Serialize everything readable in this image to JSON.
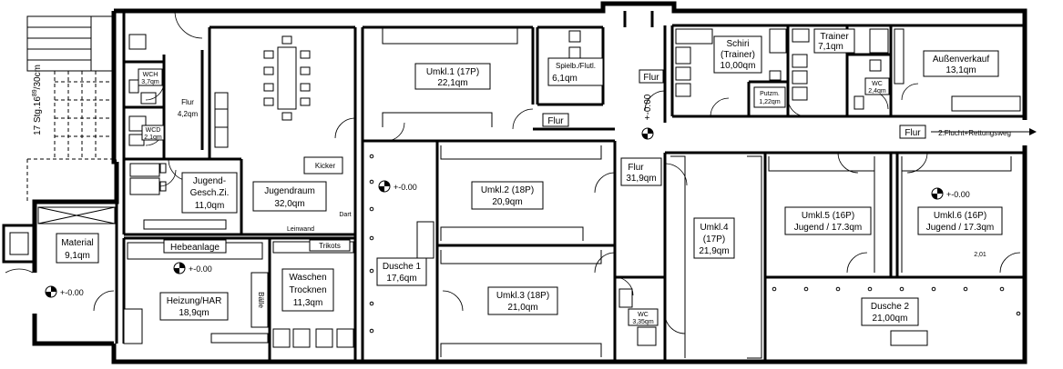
{
  "stairs_label": "17 Stg.16",
  "stairs_sup": "89",
  "stairs_suffix": "/30cm",
  "rooms": [
    {
      "id": "flur-left",
      "name": "Flur",
      "area": "4,2qm"
    },
    {
      "id": "wch",
      "name": "WCH",
      "area": "3,7qm"
    },
    {
      "id": "wcd",
      "name": "WCD",
      "area": "2,1qm"
    },
    {
      "id": "jugendraum",
      "name": "Jugendraum",
      "area": "32,0qm"
    },
    {
      "id": "jugend-gesch",
      "name": "Jugend-",
      "name2": "Gesch.Zi.",
      "area": "11,0qm"
    },
    {
      "id": "material",
      "name": "Material",
      "area": "9,1qm"
    },
    {
      "id": "heizung",
      "name": "Heizung/HAR",
      "area": "18,9qm"
    },
    {
      "id": "waschen",
      "name": "Waschen",
      "name2": "Trocknen",
      "area": "11,3qm"
    },
    {
      "id": "umkl1",
      "name": "Umkl.1 (17P)",
      "area": "22,1qm"
    },
    {
      "id": "umkl2",
      "name": "Umkl.2 (18P)",
      "area": "20,9qm"
    },
    {
      "id": "umkl3",
      "name": "Umkl.3 (18P)",
      "area": "21,0qm"
    },
    {
      "id": "dusche1",
      "name": "Dusche 1",
      "area": "17,6qm"
    },
    {
      "id": "spielb",
      "name": "Spielb./Flutl.",
      "area": "6,1qm"
    },
    {
      "id": "flur-mid",
      "name": "Flur",
      "area": "31,9qm"
    },
    {
      "id": "schiri",
      "name": "Schiri",
      "name2": "(Trainer)",
      "area": "10,00qm"
    },
    {
      "id": "putzm",
      "name": "Putzm.",
      "area": "1,22qm"
    },
    {
      "id": "trainer",
      "name": "Trainer",
      "area": "7,1qm"
    },
    {
      "id": "wc-top",
      "name": "WC",
      "area": "2,4qm"
    },
    {
      "id": "aussen",
      "name": "Außenverkauf",
      "area": "13,1qm"
    },
    {
      "id": "umkl4",
      "name": "Umkl.4",
      "name2": "(17P)",
      "area": "21,9qm"
    },
    {
      "id": "umkl5",
      "name": "Umkl.5 (16P)",
      "area": "Jugend / 17.3qm"
    },
    {
      "id": "umkl6",
      "name": "Umkl.6 (16P)",
      "area": "Jugend / 17.3qm"
    },
    {
      "id": "dusche2",
      "name": "Dusche 2",
      "area": "21,00qm"
    },
    {
      "id": "wc-mid",
      "name": "WC",
      "area": "3,35qm"
    }
  ],
  "labels": {
    "flur_small1": "Flur",
    "flur_small2": "Flur",
    "flur_right": "Flur",
    "escape": "2.Flucht+Rettungsweg",
    "kicker": "Kicker",
    "dart": "Dart",
    "leinwand": "Leinwand",
    "hebeanlage": "Hebeanlage",
    "trikots": "Trikots",
    "baelle": "Bälle",
    "small_201": "2,01"
  },
  "levels": {
    "lvl_material": "+-0.00",
    "lvl_heizung": "+-0.00",
    "lvl_dusche": "+-0.00",
    "lvl_corridor": "+-0.00",
    "lvl_umkl6": "+-0.00"
  }
}
